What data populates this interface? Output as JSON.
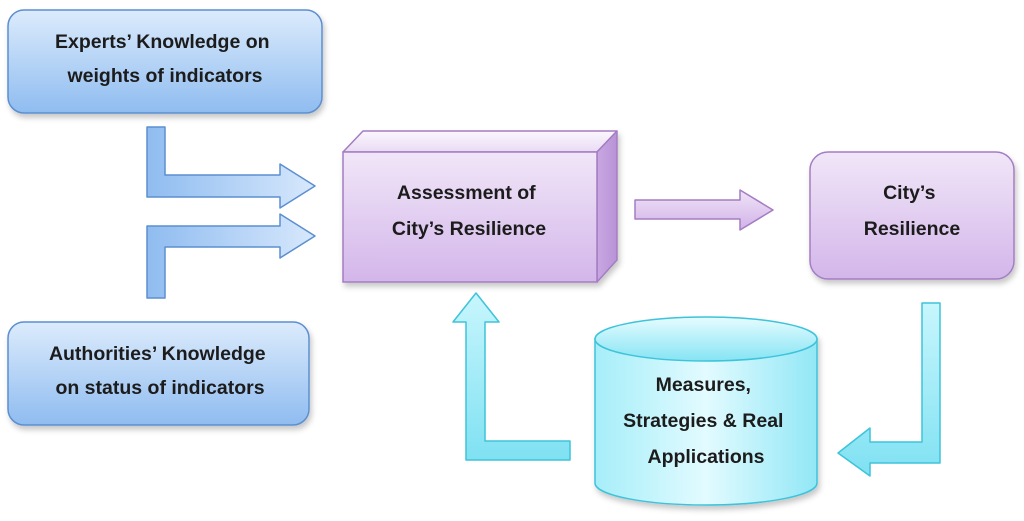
{
  "diagram": {
    "experts": {
      "line1": "Experts’ Knowledge on",
      "line2": "weights of indicators"
    },
    "authorities": {
      "line1": "Authorities’ Knowledge",
      "line2": "on status of indicators"
    },
    "assessment": {
      "line1": "Assessment of",
      "line2": "City’s Resilience"
    },
    "resilience": {
      "line1": "City’s",
      "line2": "Resilience"
    },
    "measures": {
      "line1": "Measures,",
      "line2": "Strategies & Real",
      "line3": "Applications"
    }
  },
  "colors": {
    "blue_fill_top": "#d4e6fb",
    "blue_fill_bottom": "#8ebbf0",
    "blue_border": "#5b8fd0",
    "purple_fill_top": "#efe2f7",
    "purple_fill_bottom": "#d2b4e9",
    "purple_border": "#a47dc2",
    "cyan_fill_top": "#e1fbff",
    "cyan_fill_bottom": "#86e6f5",
    "cyan_border": "#3ec3da"
  }
}
